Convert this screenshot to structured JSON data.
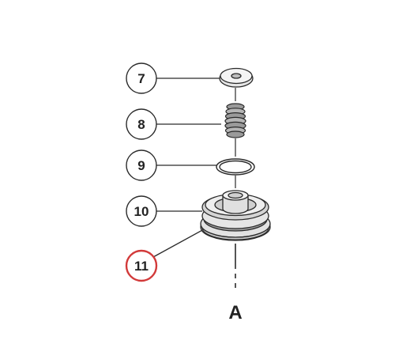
{
  "diagram": {
    "callouts": [
      {
        "id": "callout-7",
        "label": "7"
      },
      {
        "id": "callout-8",
        "label": "8"
      },
      {
        "id": "callout-9",
        "label": "9"
      },
      {
        "id": "callout-10",
        "label": "10"
      },
      {
        "id": "callout-11",
        "label": "11"
      }
    ],
    "axis_label": "A",
    "highlighted_part": "11",
    "colors": {
      "line": "#2a2a2a",
      "highlight": "#d23a3a",
      "fill_light": "#e6e6e6",
      "fill_mid": "#cfcfcf",
      "fill_dark": "#9a9a9a"
    }
  }
}
